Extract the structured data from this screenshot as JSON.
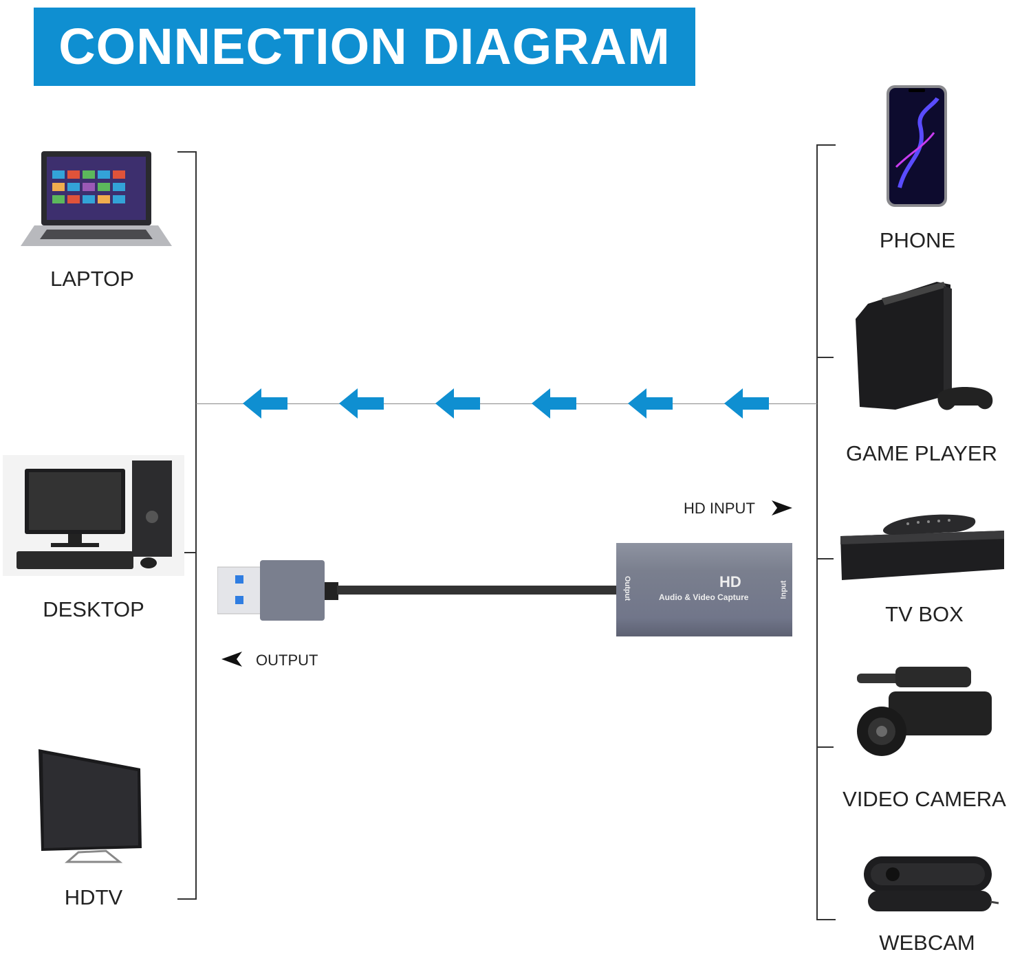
{
  "title": "CONNECTION DIAGRAM",
  "left_devices": [
    {
      "label": "LAPTOP",
      "icon": "laptop-icon"
    },
    {
      "label": "DESKTOP",
      "icon": "desktop-icon"
    },
    {
      "label": "HDTV",
      "icon": "tv-icon"
    }
  ],
  "right_devices": [
    {
      "label": "PHONE",
      "icon": "phone-icon"
    },
    {
      "label": "GAME PLAYER",
      "icon": "game-console-icon"
    },
    {
      "label": "TV BOX",
      "icon": "tv-box-icon"
    },
    {
      "label": "VIDEO CAMERA",
      "icon": "video-camera-icon"
    },
    {
      "label": "WEBCAM",
      "icon": "webcam-icon"
    }
  ],
  "capture_device": {
    "brand_mark": "HD",
    "name": "Audio & Video Capture",
    "output_port": "Output",
    "input_port": "Input"
  },
  "hd_input_label": "HD INPUT",
  "output_label": "OUTPUT",
  "colors": {
    "accent": "#0f8fd1",
    "device_body": "#7a7f8e"
  }
}
